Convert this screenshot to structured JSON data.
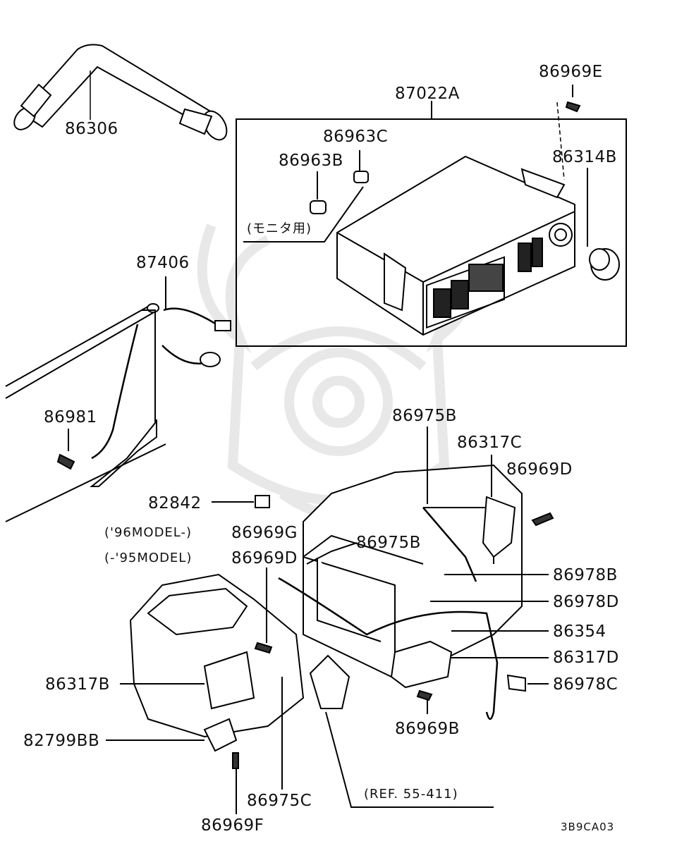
{
  "labels": {
    "p86306": "86306",
    "p87022A": "87022A",
    "p86969E": "86969E",
    "p86963C": "86963C",
    "p86963B": "86963B",
    "p86314B": "86314B",
    "monitor_note": "(モニタ用)",
    "p87406": "87406",
    "p86981": "86981",
    "p86975B_top": "86975B",
    "p86317C": "86317C",
    "p86969D_right": "86969D",
    "p82842": "82842",
    "model96_note": "('96MODEL-)",
    "p86969G": "86969G",
    "model95_note": "(-'95MODEL)",
    "p86969D_left": "86969D",
    "p86975B_mid": "86975B",
    "p86978B": "86978B",
    "p86978D": "86978D",
    "p86354": "86354",
    "p86317D": "86317D",
    "p86978C": "86978C",
    "p86317B": "86317B",
    "p86969B": "86969B",
    "p82799BB": "82799BB",
    "p86975C": "86975C",
    "ref_note": "(REF. 55-411)",
    "p86969F": "86969F",
    "diagram_code": "3B9CA03"
  },
  "icons": {
    "watermark": "samurai-helmet-logo"
  }
}
